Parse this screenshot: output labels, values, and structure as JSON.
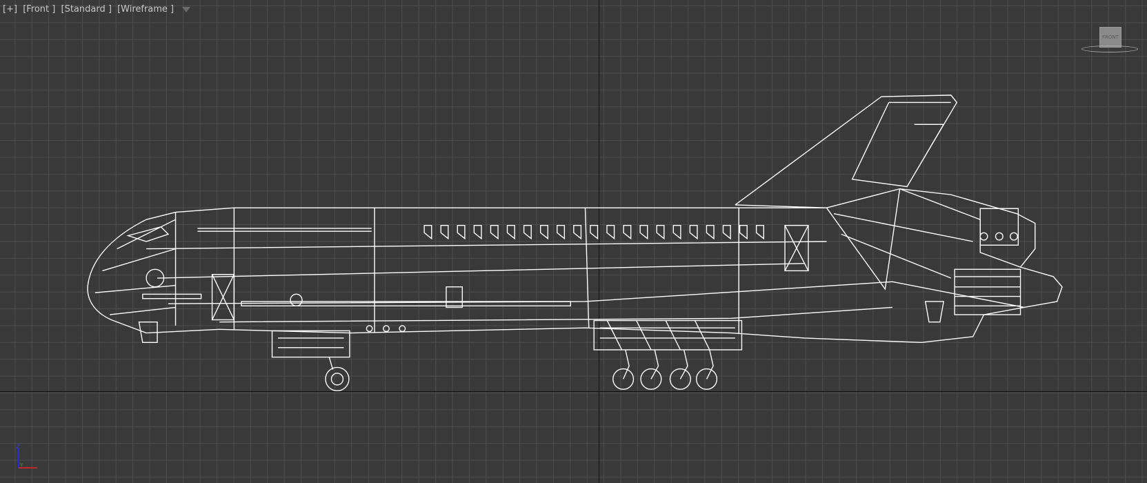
{
  "viewport": {
    "labels": [
      "[+]",
      "[Front ]",
      "[Standard ]",
      "[Wireframe ]"
    ],
    "filter_icon": "filter-icon",
    "viewcube_face": "FRONT",
    "axes": {
      "z": "Z",
      "y": "Y",
      "x_color": "#c0282a",
      "z_color": "#2a2ad0",
      "y_color": "#40a040"
    },
    "wireframe_color": "#ffffff",
    "background": "#393939"
  }
}
